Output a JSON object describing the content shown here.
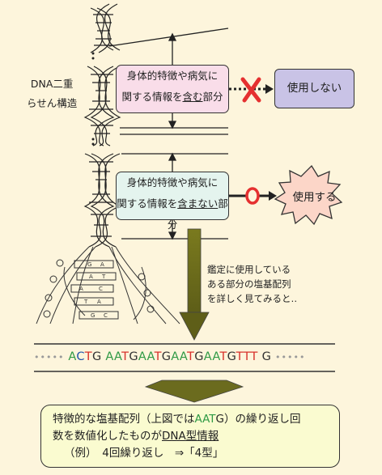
{
  "labels": {
    "dna_line1": "DNA二重",
    "dna_line2": "らせん構造",
    "contains_line1": "身体的特徴や病気に",
    "contains_line2_pre": "関する情報を",
    "contains_line2_emph": "含む",
    "contains_line2_post": "部分",
    "not_contains_line1": "身体的特徴や病気に",
    "not_contains_line2_pre": "関する情報を",
    "not_contains_line2_emph": "含まない",
    "not_contains_line2_post": "部分",
    "no_use": "使用しない",
    "use": "使用する",
    "note_line1": "鑑定に使用している",
    "note_line2": "ある部分の塩基配列",
    "note_line3": "を詳しく見てみると‥"
  },
  "sequence": {
    "leading_dots": "•••••",
    "trailing_dots": "•••••",
    "bases": [
      {
        "t": "A",
        "c": "#2f9a45"
      },
      {
        "t": "C",
        "c": "#2255aa"
      },
      {
        "t": "T",
        "c": "#d8322c"
      },
      {
        "t": "G",
        "c": "#333333"
      },
      {
        "t": " ",
        "c": "#333333"
      },
      {
        "t": "A",
        "c": "#2f9a45"
      },
      {
        "t": "A",
        "c": "#2f9a45"
      },
      {
        "t": "T",
        "c": "#d8322c"
      },
      {
        "t": "G",
        "c": "#333333"
      },
      {
        "t": "A",
        "c": "#2f9a45"
      },
      {
        "t": "A",
        "c": "#2f9a45"
      },
      {
        "t": "T",
        "c": "#d8322c"
      },
      {
        "t": "G",
        "c": "#333333"
      },
      {
        "t": "A",
        "c": "#2f9a45"
      },
      {
        "t": "A",
        "c": "#2f9a45"
      },
      {
        "t": "T",
        "c": "#d8322c"
      },
      {
        "t": "G",
        "c": "#333333"
      },
      {
        "t": "A",
        "c": "#2f9a45"
      },
      {
        "t": "A",
        "c": "#2f9a45"
      },
      {
        "t": "T",
        "c": "#d8322c"
      },
      {
        "t": "G",
        "c": "#333333"
      },
      {
        "t": "T",
        "c": "#d8322c"
      },
      {
        "t": "T",
        "c": "#d8322c"
      },
      {
        "t": "T",
        "c": "#d8322c"
      },
      {
        "t": " ",
        "c": "#333333"
      },
      {
        "t": "G",
        "c": "#333333"
      }
    ]
  },
  "summary": {
    "l1_a": "特徴的な塩基配列（上図では",
    "l1_aat": "AAT",
    "l1_g": "G",
    "l1_b": "）の繰り返し回",
    "l2_a": "数を数値化したものが",
    "l2_emph": "DNA型情報",
    "l3": "（例）　4回繰り返し　⇒「4型」"
  },
  "colors": {
    "background": "#fdf5dc",
    "contains_box": "#f9dde9",
    "not_contains_box": "#e4f4ee",
    "no_use_box": "#c9c3e6",
    "use_burst": "#fcd6c8",
    "arrow_olive": "#6b6b1e",
    "x_mark": "#e53030",
    "o_mark": "#e53030",
    "summary_box": "#fafbd0"
  },
  "icons": [
    "dna-helix-icon",
    "cross-mark-icon",
    "circle-mark-icon",
    "down-arrow-icon",
    "burst-shape-icon"
  ]
}
